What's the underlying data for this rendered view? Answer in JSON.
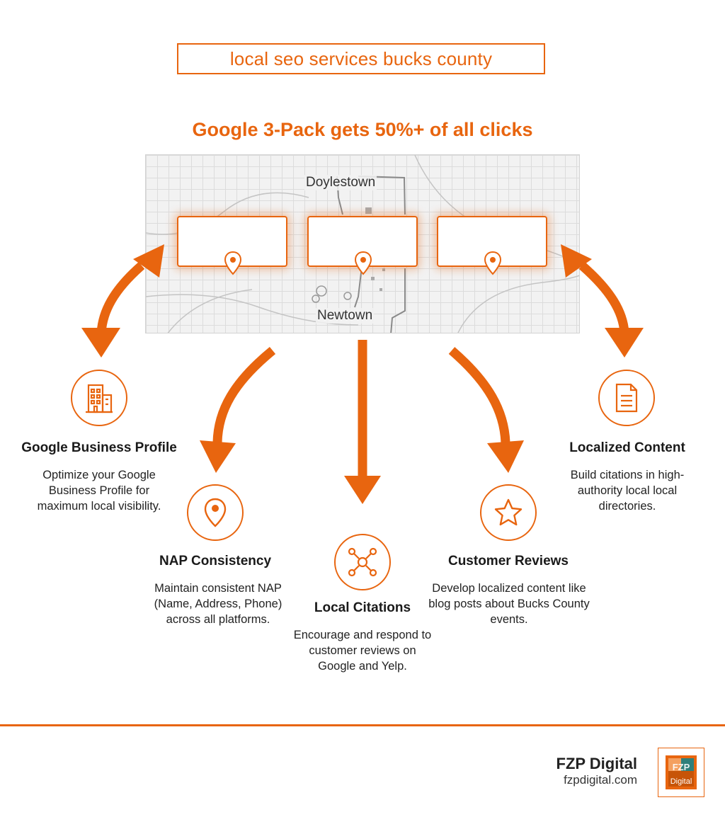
{
  "keyword": "local seo services bucks county",
  "headline": "Google 3-Pack gets 50%+ of all clicks",
  "map": {
    "towns": [
      "Doylestown",
      "Newtown"
    ],
    "listings": 3
  },
  "features": [
    {
      "title": "Google Business Profile",
      "description": "Optimize your Google Business Profile for maximum local visibility.",
      "icon": "building-icon"
    },
    {
      "title": "NAP Consistency",
      "description": "Maintain consistent NAP (Name, Address, Phone) across all platforms.",
      "icon": "location-pin-icon"
    },
    {
      "title": "Local Citations",
      "description": "Encourage and respond to customer reviews on Google and Yelp.",
      "icon": "network-icon"
    },
    {
      "title": "Customer Reviews",
      "description": "Develop localized content like blog posts about Bucks County events.",
      "icon": "star-icon"
    },
    {
      "title": "Localized Content",
      "description": "Build citations in high-authority local local directories.",
      "icon": "document-icon"
    }
  ],
  "footer": {
    "brand": "FZP Digital",
    "url": "fzpdigital.com",
    "logo_text": "FZP Digital"
  },
  "colors": {
    "accent": "#e8650f",
    "text": "#222222"
  }
}
